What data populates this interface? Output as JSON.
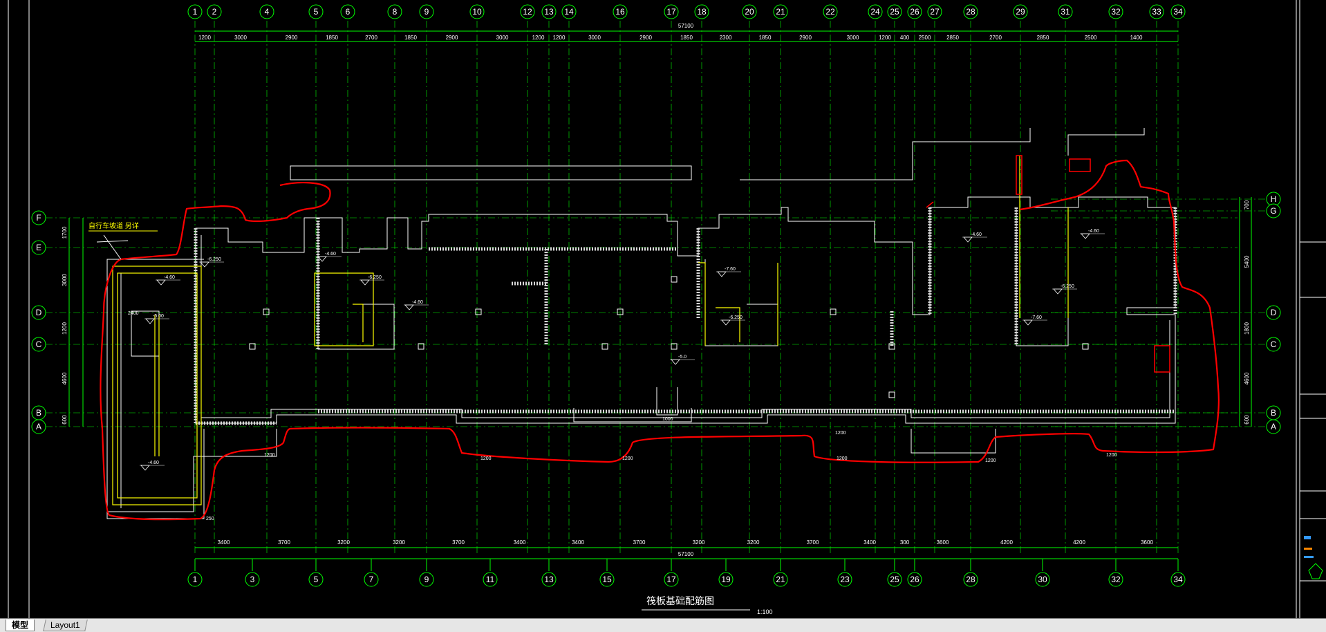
{
  "drawing": {
    "title": "筏板基础配筋图",
    "scale": "1:100",
    "note_label": "自行车坡道 另详",
    "total_dimension_top": "57100",
    "total_dimension_bottom": "57100",
    "level_labels": [
      "-4.60",
      "-6.250",
      "-4.60",
      "-5.00",
      "-6.250",
      "-7.60",
      "-4.60",
      "-4.60",
      "-6.250",
      "-6.250",
      "-7.60",
      "-4.60",
      "-5.0",
      "-4.60"
    ],
    "top_axes": [
      "1",
      "2",
      "4",
      "5",
      "6",
      "8",
      "9",
      "10",
      "12",
      "13",
      "14",
      "16",
      "17",
      "18",
      "20",
      "21",
      "22",
      "24",
      "25",
      "26",
      "27",
      "28",
      "29",
      "31",
      "32",
      "33",
      "34"
    ],
    "top_dims": [
      "1200",
      "3000",
      "2900",
      "1850",
      "2700",
      "1850",
      "2900",
      "3000",
      "1200",
      "1200",
      "3000",
      "2900",
      "1850",
      "2300",
      "1850",
      "2900",
      "3000",
      "1200",
      "400",
      "2500",
      "2850",
      "2700",
      "2850",
      "2500",
      "1400"
    ],
    "bottom_axes": [
      "1",
      "3",
      "5",
      "7",
      "9",
      "11",
      "13",
      "15",
      "17",
      "19",
      "21",
      "23",
      "25",
      "26",
      "28",
      "30",
      "32",
      "34"
    ],
    "bottom_dims": [
      "3400",
      "3700",
      "3200",
      "3200",
      "3700",
      "3400",
      "3400",
      "3700",
      "3200",
      "3200",
      "3700",
      "3400",
      "300",
      "3600",
      "4200",
      "4200",
      "3600"
    ],
    "left_axes": [
      "F",
      "E",
      "D",
      "C",
      "B",
      "A"
    ],
    "right_axes": [
      "H",
      "G",
      "D",
      "C",
      "B",
      "A"
    ],
    "left_dims": [
      "1700",
      "3000",
      "1200",
      "4600",
      "600"
    ],
    "right_dims": [
      "700",
      "5400",
      "1800",
      "4600",
      "600"
    ],
    "local_dims": [
      "1200",
      "1200",
      "1200",
      "1200",
      "1200",
      "1200",
      "1200",
      "1000",
      "250",
      "2400"
    ]
  },
  "colors": {
    "background": "#000000",
    "axis": "#00ff00",
    "wall": "#ffffff",
    "cloud": "#ff0000",
    "note": "#ffff00",
    "dim_text": "#ffffff"
  },
  "tabs": [
    {
      "label": "模型",
      "active": true
    },
    {
      "label": "Layout1",
      "active": false
    }
  ]
}
